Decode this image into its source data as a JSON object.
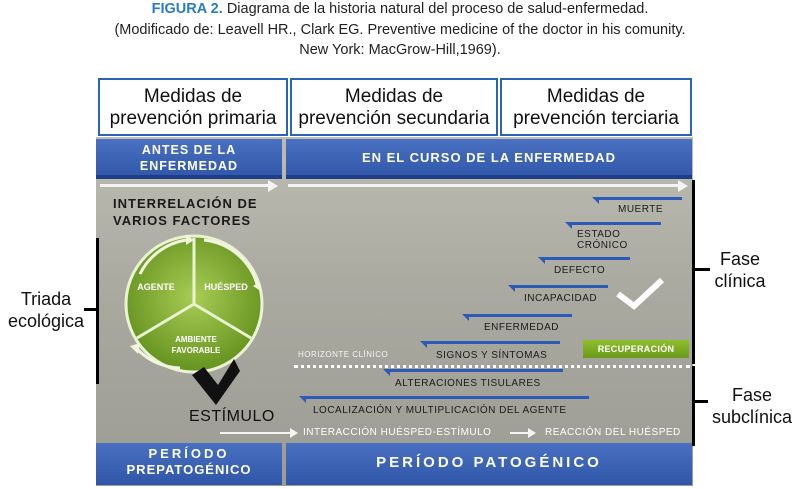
{
  "caption": {
    "figure_label": "FIGURA 2.",
    "title": "Diagrama de la historia natural del proceso de salud-enfermedad.",
    "source_line1": "(Modificado de: Leavell HR., Clark EG. Preventive medicine of the doctor in his comunity.",
    "source_line2": "New York: MacGrow-Hill,1969)."
  },
  "prevention": {
    "primary": [
      "Medidas de",
      "prevención primaria"
    ],
    "secondary": [
      "Medidas de",
      "prevención secundaria"
    ],
    "tertiary": [
      "Medidas de",
      "prevención terciaria"
    ]
  },
  "bands": {
    "before": [
      "ANTES DE LA",
      "ENFERMEDAD"
    ],
    "during": "EN EL CURSO DE LA ENFERMEDAD",
    "prepathogenic": [
      "PERÍODO",
      "PREPATOGÉNICO"
    ],
    "pathogenic": "PERÍODO PATOGÉNICO"
  },
  "factors": {
    "title": [
      "INTERRELACIÓN DE",
      "VARIOS FACTORES"
    ],
    "agent": "AGENTE",
    "host": "HUÉSPED",
    "environment": [
      "AMBIENTE",
      "FAVORABLE"
    ]
  },
  "steps": {
    "death": "MUERTE",
    "chronic": [
      "ESTADO",
      "CRÓNICO"
    ],
    "defect": "DEFECTO",
    "disability": "INCAPACIDAD",
    "disease": "ENFERMEDAD",
    "signs": "SIGNOS Y SÍNTOMAS",
    "tissue": "ALTERACIONES TISULARES",
    "localization": "LOCALIZACIÓN Y MULTIPLICACIÓN DEL AGENTE"
  },
  "horizon_label": "HORIZONTE CLÍNICO",
  "recovery_label": "RECUPERACIÓN",
  "interaction": "INTERACCIÓN HUÉSPED-ESTÍMULO",
  "reaction": "REACCIÓN DEL HUÉSPED",
  "stimulus": "ESTÍMULO",
  "side": {
    "triad": [
      "Triada",
      "ecológica"
    ],
    "clinical": [
      "Fase",
      "clínica"
    ],
    "subclinical": [
      "Fase",
      "subclínica"
    ]
  },
  "colors": {
    "caption_accent": "#2a7bc4",
    "band_blue": "#2f56a8",
    "circle_green": "#7fae2a",
    "recovery_green": "#7bae22"
  }
}
